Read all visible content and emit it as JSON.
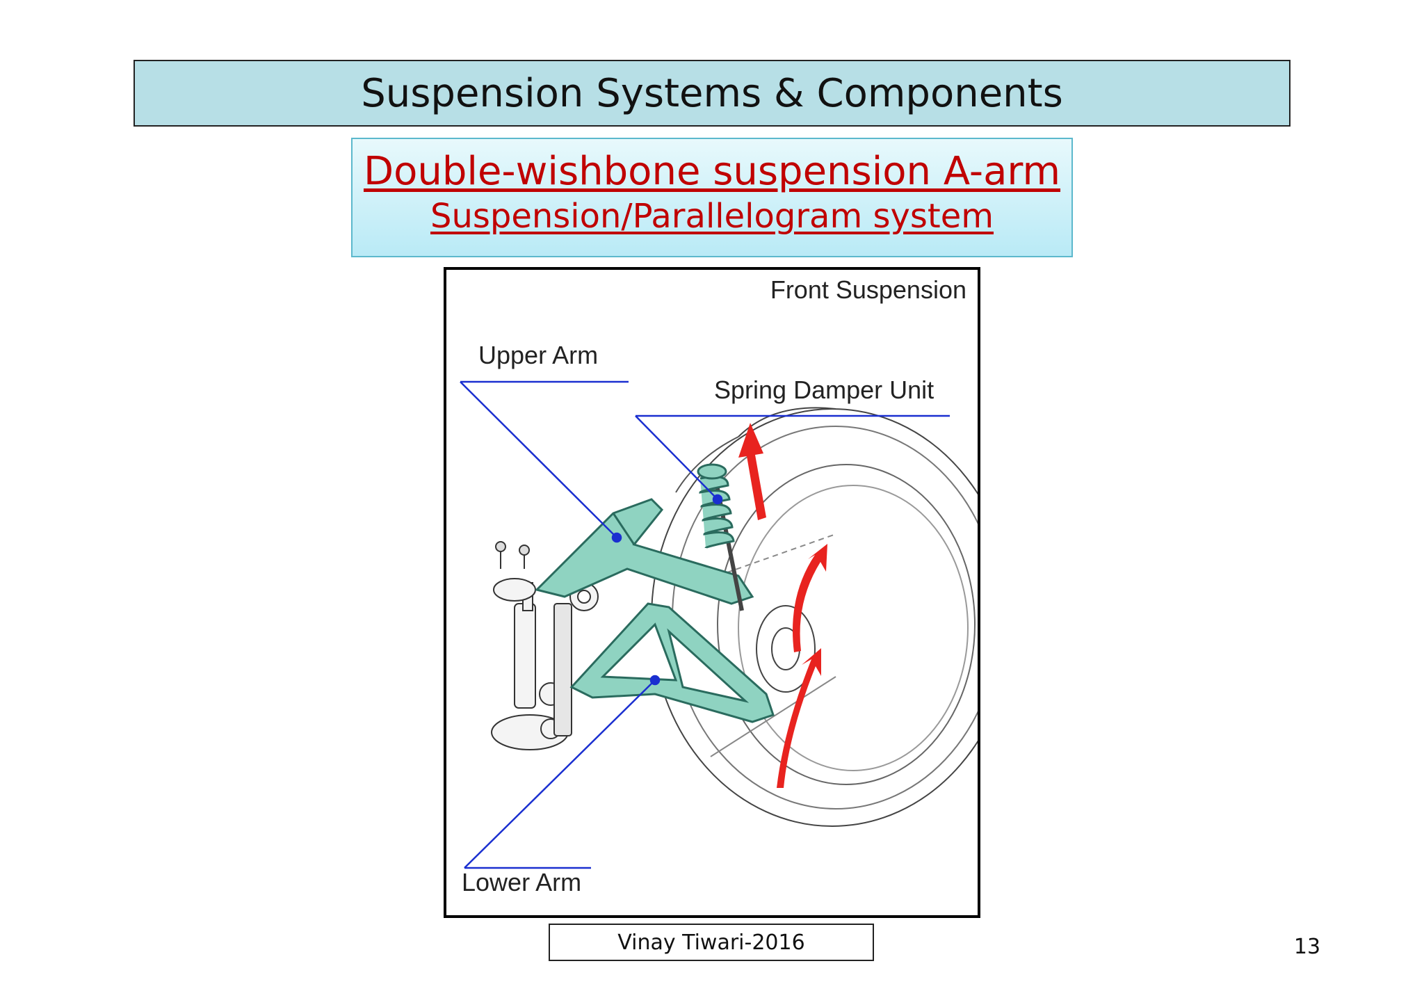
{
  "slide": {
    "title": "Suspension Systems & Components",
    "subtitle_line1": "Double-wishbone suspension A-arm",
    "subtitle_line2": "Suspension/Parallelogram system",
    "footer": "Vinay Tiwari-2016",
    "page_number": "13"
  },
  "figure": {
    "caption": "Front Suspension",
    "labels": {
      "upper_arm": "Upper Arm",
      "spring_damper": "Spring Damper Unit",
      "lower_arm": "Lower Arm"
    }
  },
  "colors": {
    "title_bg": "#b7dfe6",
    "subtitle_text": "#c00000",
    "arm_fill": "#8fd3c1",
    "leader_line": "#1a2fd0",
    "arrow": "#e8231f"
  }
}
